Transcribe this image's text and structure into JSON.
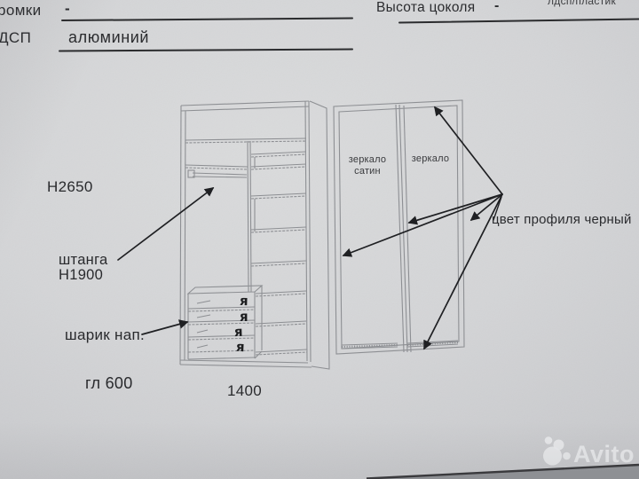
{
  "form": {
    "edge_label": "ромки",
    "edge_value": "-",
    "board_label": "ДСП",
    "board_value": "алюминий",
    "plinth_label": "Высота цоколя",
    "plinth_value": "-",
    "top_right_note": "лдсп/пластик"
  },
  "cabinet": {
    "height_label": "Н2650",
    "rod_label_line1": "штанга",
    "rod_label_line2": "Н1900",
    "slides_label": "шарик нап.",
    "depth_label": "гл 600",
    "width_label": "1400",
    "drawer_marks": [
      "я",
      "я",
      "я",
      "я"
    ]
  },
  "doors": {
    "door1_line1": "зеркало",
    "door1_line2": "сатин",
    "door2_label": "зеркало",
    "profile_note": "цвет профиля черный"
  },
  "watermark": {
    "brand": "Avito"
  },
  "colors": {
    "paper": "#d4d5d7",
    "pencil": "#8a8c90",
    "ink": "#1f2023",
    "edge_shadow": "#94969a",
    "watermark": "#e9ebed"
  }
}
